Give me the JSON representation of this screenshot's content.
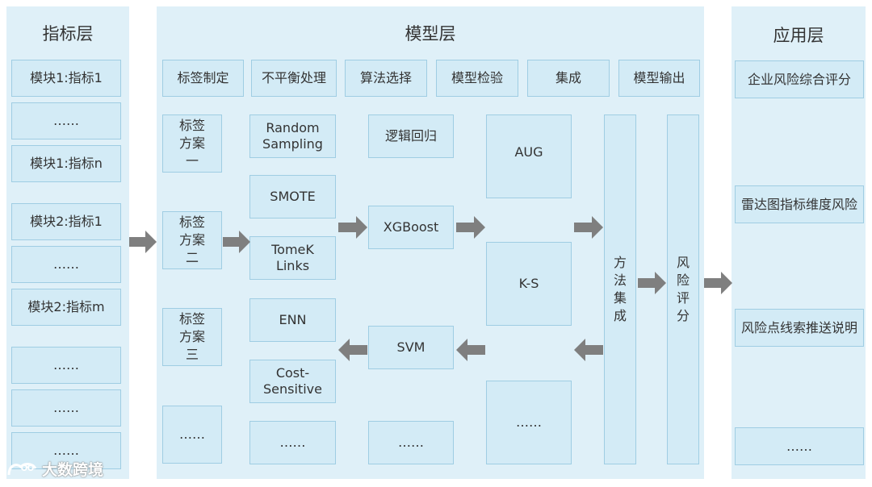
{
  "panels": {
    "indicator": {
      "title": "指标层"
    },
    "model": {
      "title": "模型层"
    },
    "application": {
      "title": "应用层"
    }
  },
  "indicator_items": [
    "模块1:指标1",
    "……",
    "模块1:指标n",
    "模块2:指标1",
    "……",
    "模块2:指标m",
    "……",
    "……",
    "……"
  ],
  "model_headers": [
    "标签制定",
    "不平衡处理",
    "算法选择",
    "模型检验",
    "集成",
    "模型输出"
  ],
  "label_schemes": [
    [
      "标签",
      "方案",
      "一"
    ],
    [
      "标签",
      "方案",
      "二"
    ],
    [
      "标签",
      "方案",
      "三"
    ],
    "……"
  ],
  "imbalance_methods": [
    "Random\nSampling",
    "SMOTE",
    "TomeK\nLinks",
    "ENN",
    "Cost-\nSensitive",
    "……"
  ],
  "algorithms": [
    "逻辑回归",
    "XGBoost",
    "SVM",
    "……"
  ],
  "validation": [
    "AUG",
    "K-S",
    "……"
  ],
  "ensemble": [
    "方",
    "法",
    "集",
    "成"
  ],
  "output": [
    "风",
    "险",
    "评",
    "分"
  ],
  "applications": [
    "企业风险综合评分",
    "雷达图指标维度风险",
    "风险点线索推送说明",
    "……"
  ],
  "watermark": "大数跨境",
  "colors": {
    "panel": "#dff0f8",
    "box": "#d3ebf6",
    "border": "#9fcde3",
    "arrow": "#7f7f7f"
  }
}
